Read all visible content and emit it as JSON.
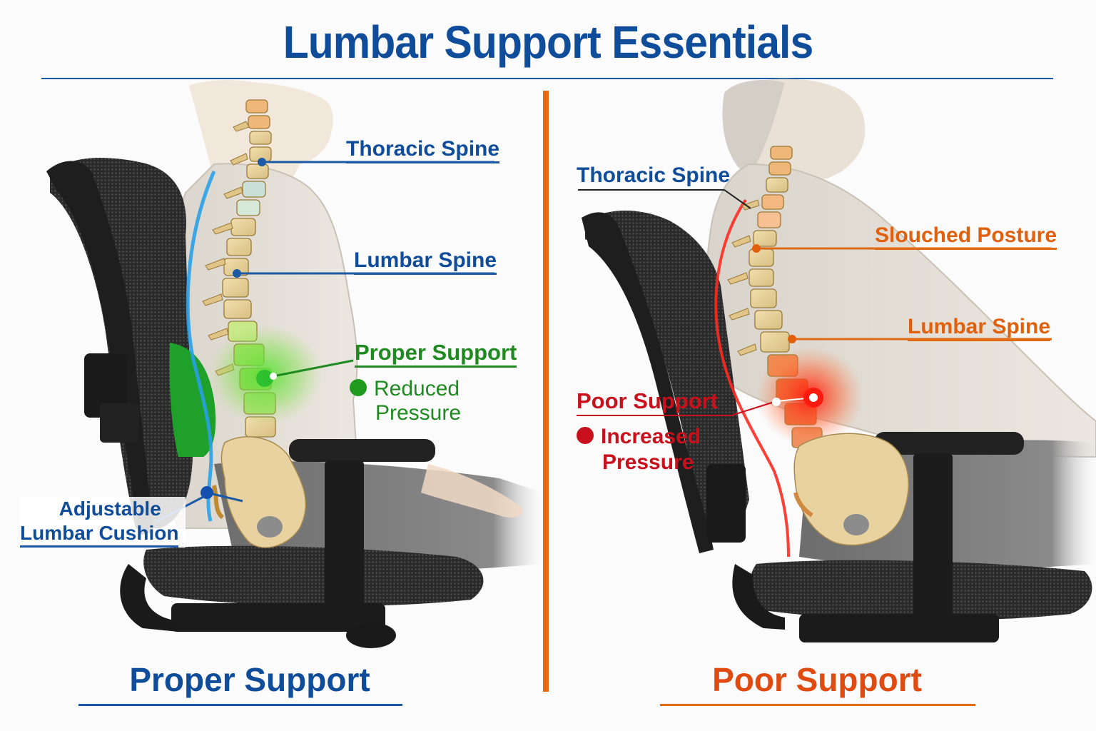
{
  "title": "Lumbar Support Essentials",
  "colors": {
    "title_blue": "#0f4c99",
    "divider_orange": "#e86a10",
    "good_green": "#1f8a1f",
    "warning_orange": "#e0600e",
    "bad_red": "#c8111d"
  },
  "left_panel": {
    "heading": "Proper Support",
    "labels": {
      "thoracic": "Thoracic Spine",
      "lumbar": "Lumbar Spine",
      "support": "Proper Support",
      "pressure_line1": "Reduced",
      "pressure_line2": "Pressure",
      "cushion_line1": "Adjustable",
      "cushion_line2": "Lumbar Cushion"
    },
    "indicator": "green-dot-icon"
  },
  "right_panel": {
    "heading": "Poor Support",
    "labels": {
      "thoracic": "Thoracic Spine",
      "slouched": "Slouched Posture",
      "lumbar": "Lumbar Spine",
      "support": "Poor Support",
      "pressure_line1": "Increased",
      "pressure_line2": "Pressure"
    },
    "indicator": "red-dot-icon"
  }
}
